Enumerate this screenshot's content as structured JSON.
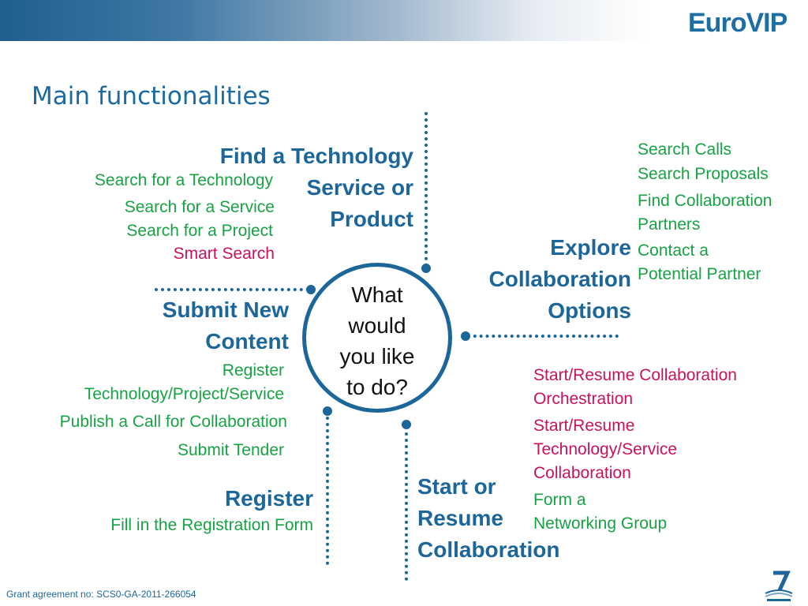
{
  "logo": {
    "text_pre": "Eur",
    "text_o": "o",
    "text_post": "VIP"
  },
  "title": "Main functionalities",
  "center": {
    "lines": [
      "What",
      "would",
      "you like",
      "to do?"
    ]
  },
  "find": {
    "heading": [
      "Find a Technology",
      "Service or",
      "Product"
    ],
    "items": [
      "Search for a Technology",
      "Search for a Service",
      "Search for a Project"
    ],
    "highlight": "Smart Search"
  },
  "explore": {
    "heading": [
      "Explore",
      "Collaboration",
      "Options"
    ],
    "items": [
      "Search Calls",
      "Search Proposals",
      "Find Collaboration",
      "Partners",
      "Contact a",
      "Potential Partner"
    ]
  },
  "submit": {
    "heading": [
      "Submit New",
      "Content"
    ],
    "items": [
      "Register",
      "Technology/Project/Service",
      "Publish a Call for Collaboration",
      "Submit Tender"
    ]
  },
  "register": {
    "heading": "Register",
    "item": "Fill in the Registration Form"
  },
  "start": {
    "heading": [
      "Start or",
      "Resume",
      "Collaboration"
    ],
    "highlights": [
      "Start/Resume Collaboration",
      "Orchestration",
      "Start/Resume",
      "Technology/Service",
      "Collaboration"
    ],
    "items": [
      "Form a",
      "Networking Group"
    ]
  },
  "footer": "Grant agreement no: SCS0-GA-2011-266054",
  "colors": {
    "heading": "#1c6699",
    "green": "#17a244",
    "magenta": "#c8125e"
  }
}
